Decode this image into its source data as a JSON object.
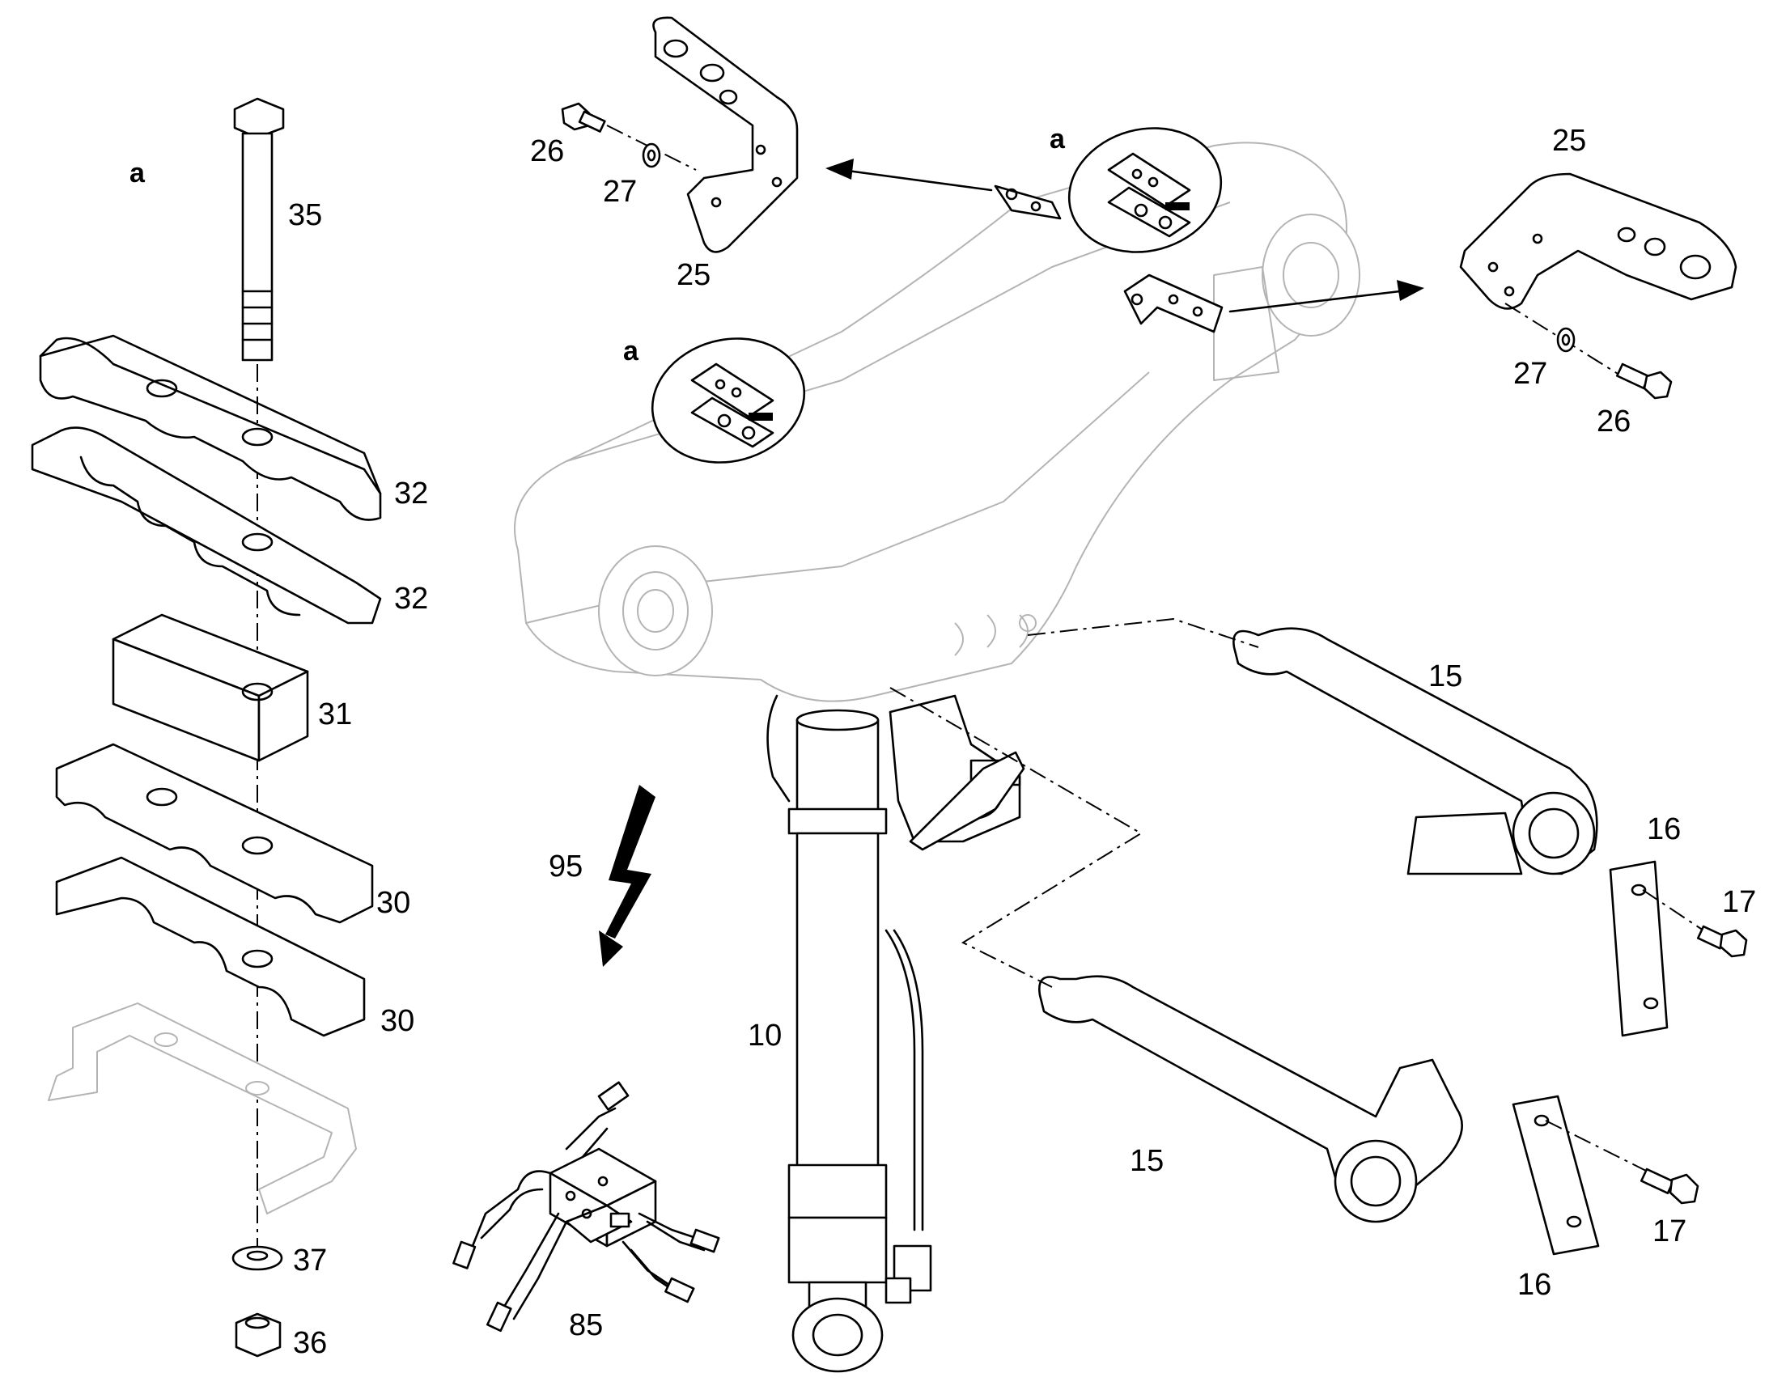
{
  "diagram": {
    "detail_marker": "a",
    "labels": {
      "p10": "10",
      "p15a": "15",
      "p15b": "15",
      "p16a": "16",
      "p16b": "16",
      "p17a": "17",
      "p17b": "17",
      "p25a": "25",
      "p25b": "25",
      "p26a": "26",
      "p26b": "26",
      "p27a": "27",
      "p27b": "27",
      "p30a": "30",
      "p30b": "30",
      "p31": "31",
      "p32a": "32",
      "p32b": "32",
      "p35": "35",
      "p36": "36",
      "p37": "37",
      "p85": "85",
      "p95": "95"
    }
  }
}
